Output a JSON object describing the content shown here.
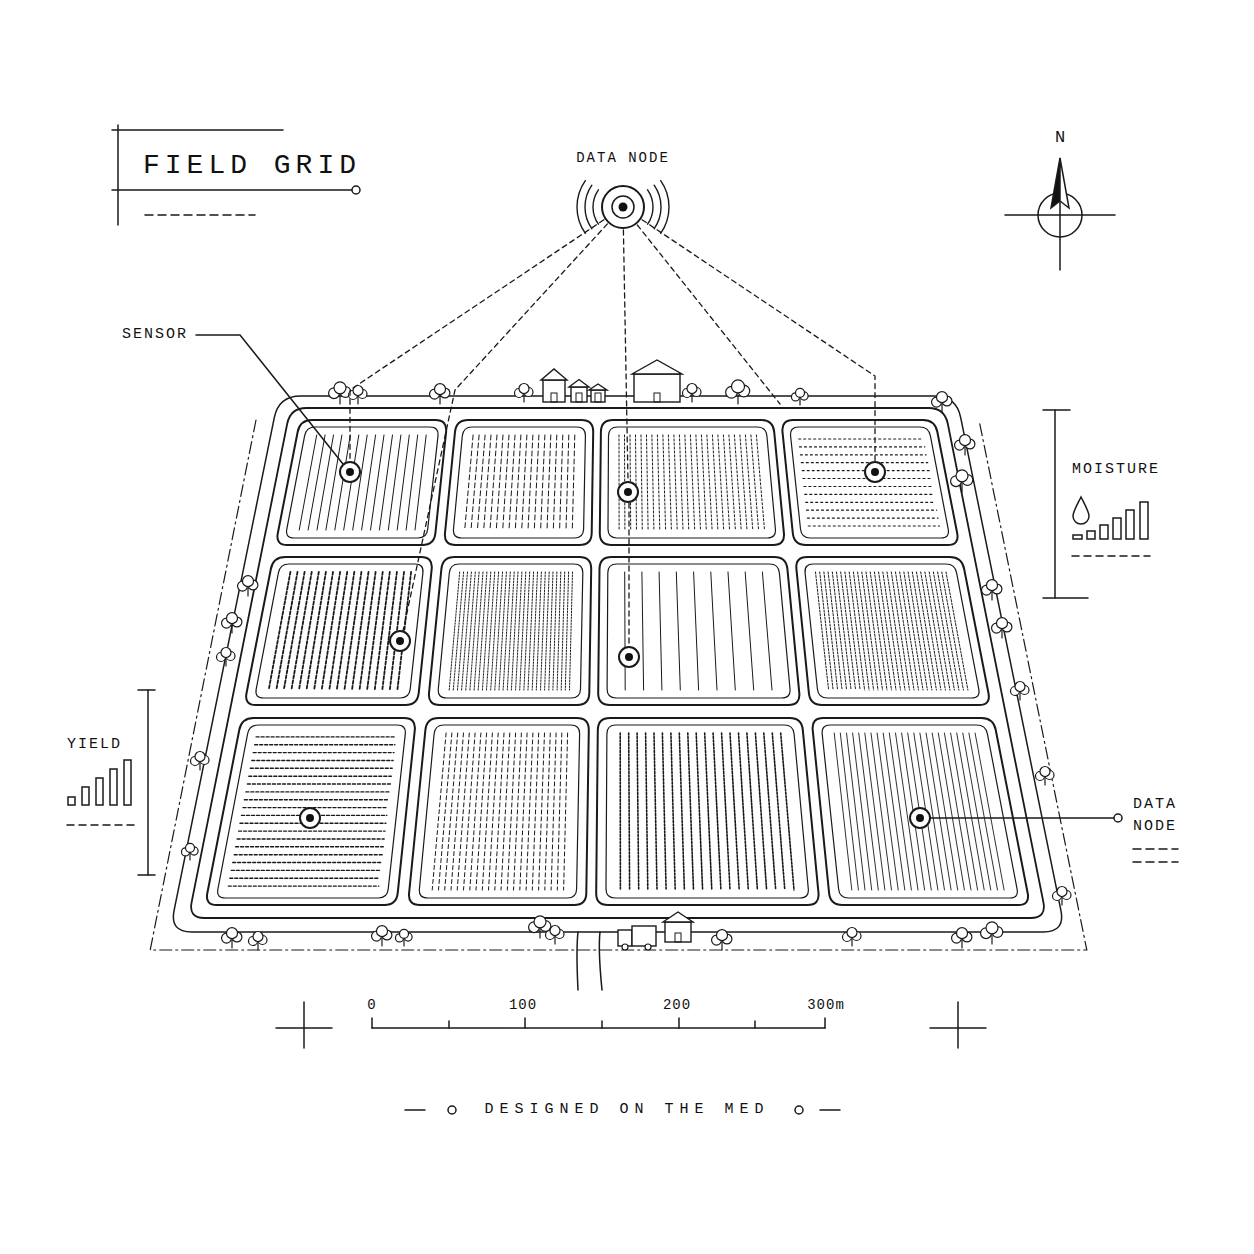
{
  "diagram": {
    "title": "FIELD GRID",
    "caption": "DESIGNED ON THE MED",
    "nodes": [
      {
        "text": [
          "DATA NODE"
        ]
      }
    ],
    "labels": [
      "SENSOR",
      "MOISTURE",
      "YIELD",
      "DATA NODE",
      "N",
      "0",
      "100",
      "200",
      "300m"
    ]
  }
}
